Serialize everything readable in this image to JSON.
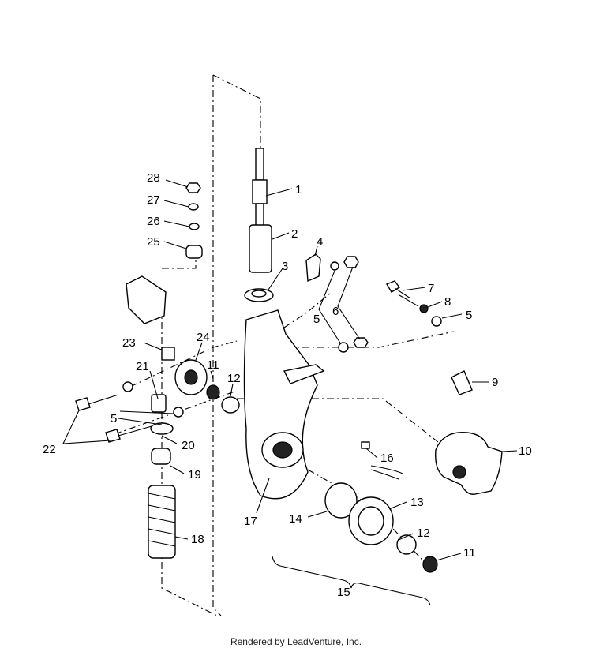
{
  "footer": {
    "text": "Rendered by LeadVenture, Inc."
  },
  "callouts": {
    "c1": "1",
    "c2": "2",
    "c3": "3",
    "c4": "4",
    "c5a": "5",
    "c5b": "5",
    "c5c": "5",
    "c6": "6",
    "c7": "7",
    "c8": "8",
    "c9": "9",
    "c10": "10",
    "c11a": "11",
    "c11b": "11",
    "c12a": "12",
    "c12b": "12",
    "c13": "13",
    "c14": "14",
    "c15": "15",
    "c16": "16",
    "c17": "17",
    "c18": "18",
    "c19": "19",
    "c20": "20",
    "c21": "21",
    "c22": "22",
    "c23": "23",
    "c24": "24",
    "c25": "25",
    "c26": "26",
    "c27": "27",
    "c28": "28"
  }
}
